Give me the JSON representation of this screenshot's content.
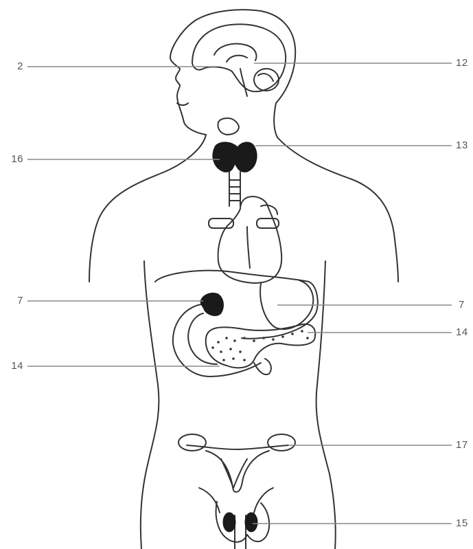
{
  "diagram": {
    "labels": {
      "pituitary": "2",
      "pineal": "12",
      "thyroid_left": "16",
      "thyroid_right": "13",
      "adrenal_left": "7",
      "adrenal_right": "7",
      "pancreas_right": "14",
      "pancreas_left": "14",
      "ovaries": "17",
      "testes": "15"
    },
    "colors": {
      "outline": "#333333",
      "leader": "#888888",
      "gland": "#1a1a1a"
    }
  }
}
